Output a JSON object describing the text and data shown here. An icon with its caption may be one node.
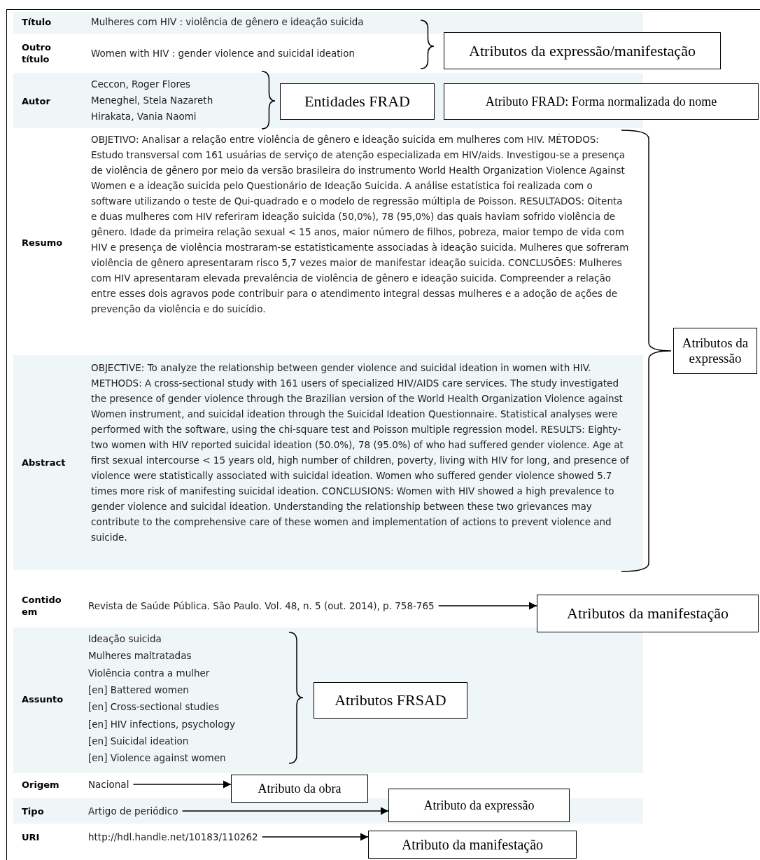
{
  "diagram": {
    "nodes": [
      {
        "text": [
          "Atributos da expressão/manifestação"
        ]
      },
      {
        "text": [
          "Entidades FRAD"
        ]
      },
      {
        "text": [
          "Atributo FRAD: Forma normalizada do nome"
        ]
      },
      {
        "text": [
          "Atributos da expressão"
        ]
      },
      {
        "text": [
          "Revista de Saúde Pública. São Paulo. Vol. 48, n. 5 (out. 2014), p. 758-765"
        ]
      },
      {
        "text": [
          "Atributos da manifestação"
        ]
      },
      {
        "text": [
          "Atributos FRSAD"
        ]
      },
      {
        "text": [
          "Nacional"
        ]
      },
      {
        "text": [
          "Atributo da obra"
        ]
      },
      {
        "text": [
          "Artigo de periódico"
        ]
      },
      {
        "text": [
          "Atributo da expressão"
        ]
      },
      {
        "text": [
          "http://hdl.handle.net/10183/110262"
        ]
      },
      {
        "text": [
          "Atributo da manifestação"
        ]
      }
    ],
    "edges": [
      {
        "from": 4,
        "to": 5,
        "arrow": "to"
      },
      {
        "from": 7,
        "to": 8,
        "arrow": "to"
      },
      {
        "from": 9,
        "to": 10,
        "arrow": "to"
      },
      {
        "from": 11,
        "to": 12,
        "arrow": "to"
      }
    ],
    "labels": [
      "Título",
      "Mulheres com HIV : violência de gênero e ideação suicida",
      "Outro título",
      "Women with HIV : gender violence and suicidal ideation",
      "Autor",
      "Ceccon, Roger Flores",
      "Meneghel, Stela Nazareth",
      "Hirakata, Vania Naomi",
      "Resumo",
      "OBJETIVO: Analisar a relação entre violência de gênero e ideação suicida em mulheres com HIV. MÉTODOS: Estudo transversal com 161 usuárias de serviço de atenção especializada em HIV/aids. Investigou-se a presença de violência de gênero por meio da versão brasileira do instrumento World Health Organization Violence Against Women e a ideação suicida pelo Questionário de Ideação Suicida. A análise estatística foi realizada com o software utilizando o teste de Qui-quadrado e o modelo de regressão múltipla de Poisson. RESULTADOS: Oitenta e duas mulheres com HIV referiram ideação suicida (50,0%), 78 (95,0%) das quais haviam sofrido violência de gênero. Idade da primeira relação sexual < 15 anos, maior número de filhos, pobreza, maior tempo de vida com HIV e presença de violência mostraram-se estatisticamente associadas à ideação suicida. Mulheres que sofreram violência de gênero apresentaram risco 5,7 vezes maior de manifestar ideação suicida. CONCLUSÕES: Mulheres com HIV apresentaram elevada prevalência de violência de gênero e ideação suicida. Compreender a relação entre esses dois agravos pode contribuir para o atendimento integral dessas mulheres e a adoção de ações de prevenção da violência e do suicídio.",
      "Abstract",
      "OBJECTIVE: To analyze the relationship between gender violence and suicidal ideation in women with HIV. METHODS: A cross-sectional study with 161 users of specialized HIV/AIDS care services. The study investigated the presence of gender violence through the Brazilian version of the World Health Organization Violence against Women instrument, and suicidal ideation through the Suicidal Ideation Questionnaire. Statistical analyses were performed with the software, using the chi-square test and Poisson multiple regression model. RESULTS: Eighty-two women with HIV reported suicidal ideation (50.0%), 78 (95.0%) of who had suffered gender violence. Age at first sexual intercourse < 15 years old, high number of children, poverty, living with HIV for long, and presence of violence were statistically associated with suicidal ideation. Women who suffered gender violence showed 5.7 times more risk of manifesting suicidal ideation. CONCLUSIONS: Women with HIV showed a high prevalence to gender violence and suicidal ideation. Understanding the relationship between these two grievances may contribute to the comprehensive care of these women and implementation of actions to prevent violence and suicide.",
      "Contido em",
      "Assunto",
      "Ideação suicida",
      "Mulheres maltratadas",
      "Violência contra a mulher",
      "[en] Battered women",
      "[en] Cross-sectional studies",
      "[en] HIV infections, psychology",
      "[en] Suicidal ideation",
      "[en] Violence against women",
      "Origem",
      "Tipo",
      "URI"
    ]
  }
}
